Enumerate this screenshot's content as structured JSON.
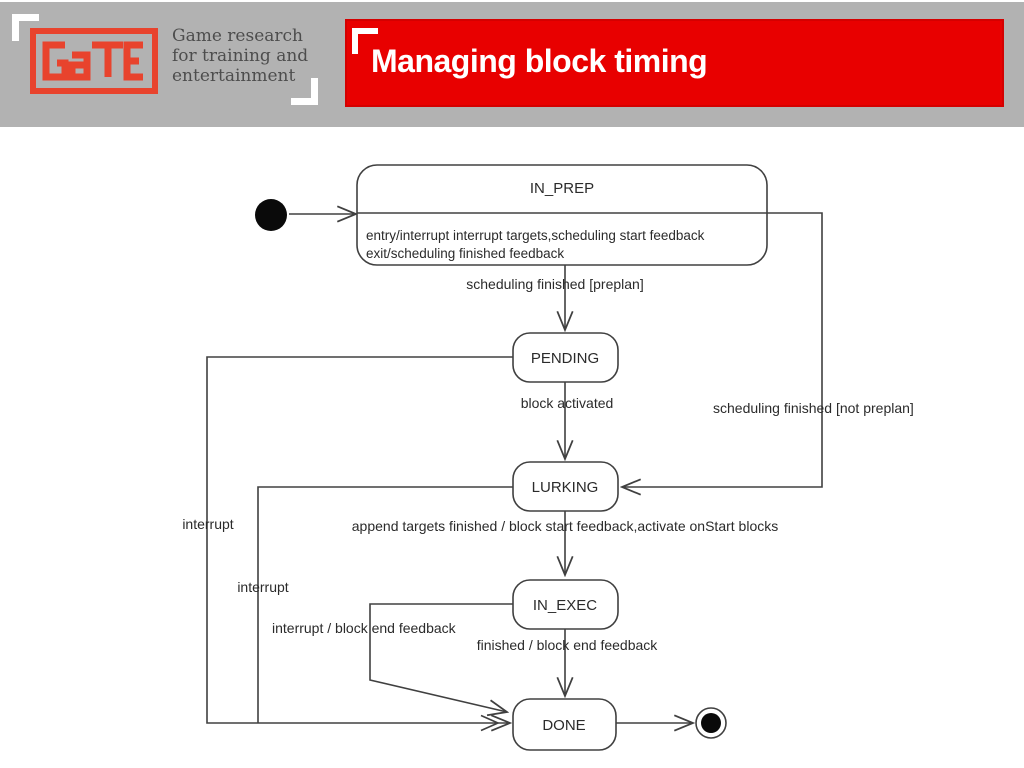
{
  "header": {
    "title": "Managing block timing",
    "logo_name": "GATE",
    "logo_tagline": [
      "Game research",
      "for training and",
      "entertainment"
    ]
  },
  "colors": {
    "banner_red": "#e80000",
    "logo_red": "#e8432d",
    "header_gray": "#b2b2b2",
    "diagram_line": "#404040",
    "diagram_text": "#2b2b2b"
  },
  "diagram": {
    "type": "uml-state-diagram",
    "states": {
      "in_prep": {
        "label": "IN_PREP",
        "internal": [
          "entry/interrupt interrupt targets,scheduling start feedback",
          "exit/scheduling finished feedback"
        ]
      },
      "pending": {
        "label": "PENDING"
      },
      "lurking": {
        "label": "LURKING"
      },
      "in_exec": {
        "label": "IN_EXEC"
      },
      "done": {
        "label": "DONE"
      },
      "initial": {
        "type": "initial-pseudostate"
      },
      "final": {
        "type": "final-state"
      }
    },
    "transitions": {
      "prep_to_pending": "scheduling finished [preplan]",
      "prep_to_lurking": "scheduling finished [not preplan]",
      "pending_to_lurking": "block activated",
      "lurking_to_exec": "append targets finished / block start feedback,activate onStart blocks",
      "exec_to_done": "finished / block end feedback",
      "exec_to_done_interrupt": "interrupt / block end feedback",
      "pending_to_done": "interrupt",
      "lurking_to_done": "interrupt"
    }
  }
}
